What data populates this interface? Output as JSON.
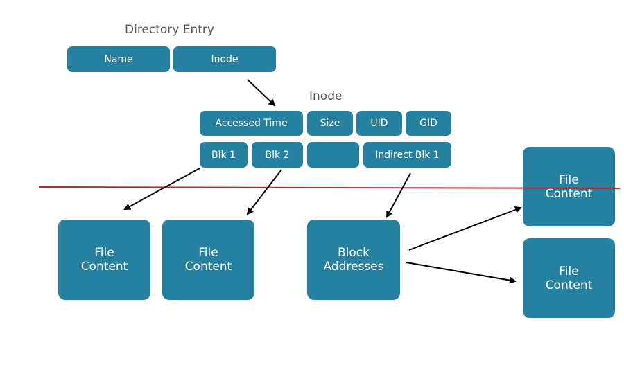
{
  "directory_entry": {
    "title": "Directory Entry",
    "name_label": "Name",
    "inode_label": "Inode"
  },
  "inode": {
    "title": "Inode",
    "accessed_time": "Accessed Time",
    "size": "Size",
    "uid": "UID",
    "gid": "GID",
    "blk1": "Blk 1",
    "blk2": "Blk 2",
    "blank": "",
    "indirect": "Indirect Blk 1"
  },
  "blocks": {
    "file_content_line1": "File",
    "file_content_line2": "Content",
    "block_addresses_line1": "Block",
    "block_addresses_line2": "Addresses"
  },
  "colors": {
    "box_fill": "#26809f",
    "divider": "#c0262b",
    "arrow": "#000000"
  }
}
